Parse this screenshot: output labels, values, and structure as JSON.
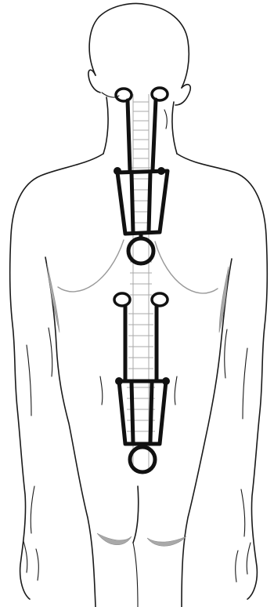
{
  "figure": {
    "subject": "",
    "colors": {
      "outline": "#1a1a1a",
      "brace": "#111111",
      "spine": "#a8a8a8",
      "shading": "#a9a9a9",
      "background": "#ffffff"
    },
    "icons": [
      "human-back-outline",
      "spine",
      "cervical-brace-frame",
      "lumbar-brace-frame"
    ]
  }
}
